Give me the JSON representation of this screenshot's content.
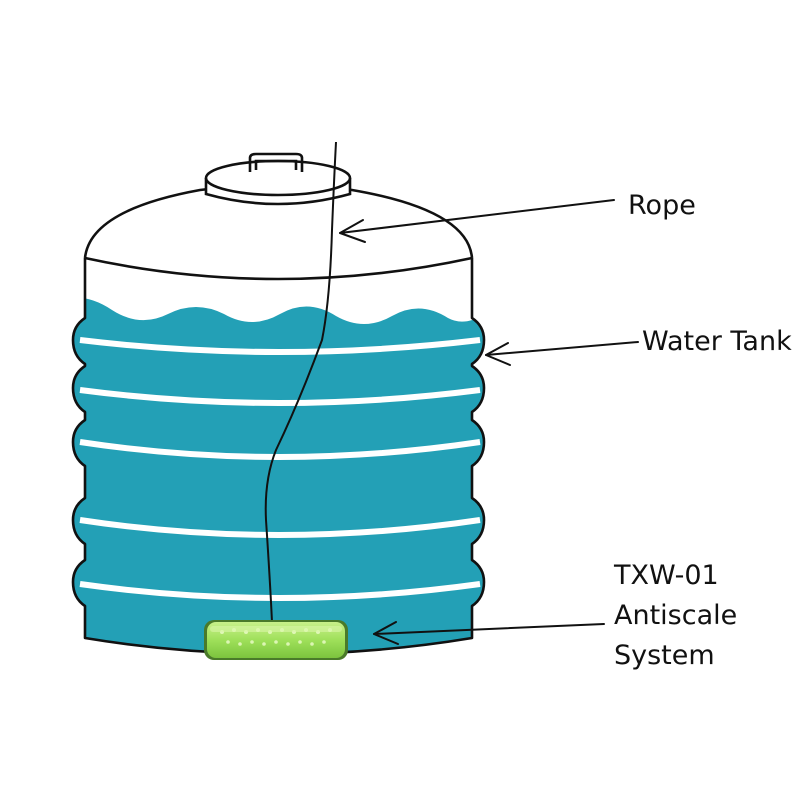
{
  "labels": {
    "rope": "Rope",
    "water_tank": "Water Tank",
    "device_line1": "TXW-01",
    "device_line2": "Antiscale",
    "device_line3": "System"
  },
  "colors": {
    "water": "#23a0b6",
    "outline": "#111111",
    "device_fill": "#9fe05a",
    "device_highlight": "#d9f7a6",
    "background": "#ffffff"
  },
  "icons": {
    "tank": "water-tank-illustration",
    "device": "antiscale-cartridge"
  }
}
